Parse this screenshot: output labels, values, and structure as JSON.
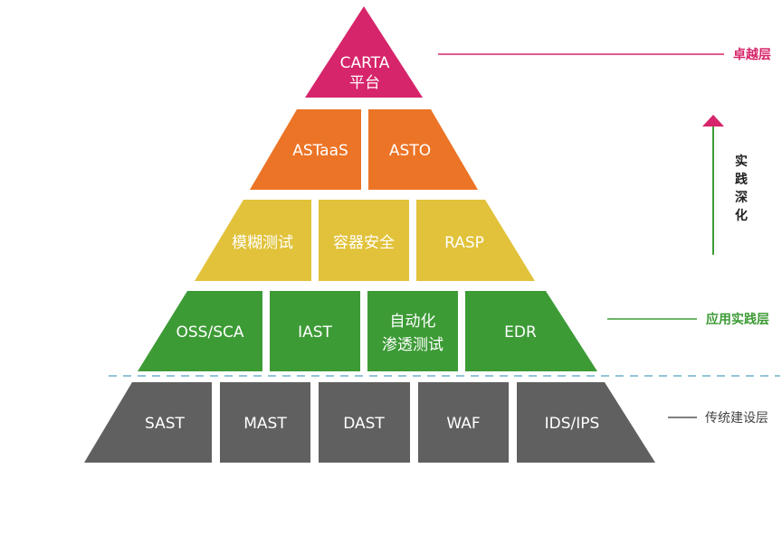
{
  "colors": {
    "top": "#d6256a",
    "orange": "#ec7426",
    "yellow": "#e1c23a",
    "green": "#3d9b36",
    "gray": "#606060",
    "dash": "#6fb0c8",
    "sideGray": "#555555"
  },
  "tiers": {
    "top": [
      "CARTA",
      "平台"
    ],
    "orange": [
      "ASTaaS",
      "ASTO"
    ],
    "yellow": [
      "模糊测试",
      "容器安全",
      "RASP"
    ],
    "green": [
      "OSS/SCA",
      "IAST",
      "自动化",
      "渗透测试",
      "EDR"
    ],
    "gray": [
      "SAST",
      "MAST",
      "DAST",
      "WAF",
      "IDS/IPS"
    ]
  },
  "side": {
    "excellence": "卓越层",
    "practice": "应用实践层",
    "traditional": "传统建设层",
    "deepen": [
      "实",
      "践",
      "深",
      "化"
    ]
  }
}
